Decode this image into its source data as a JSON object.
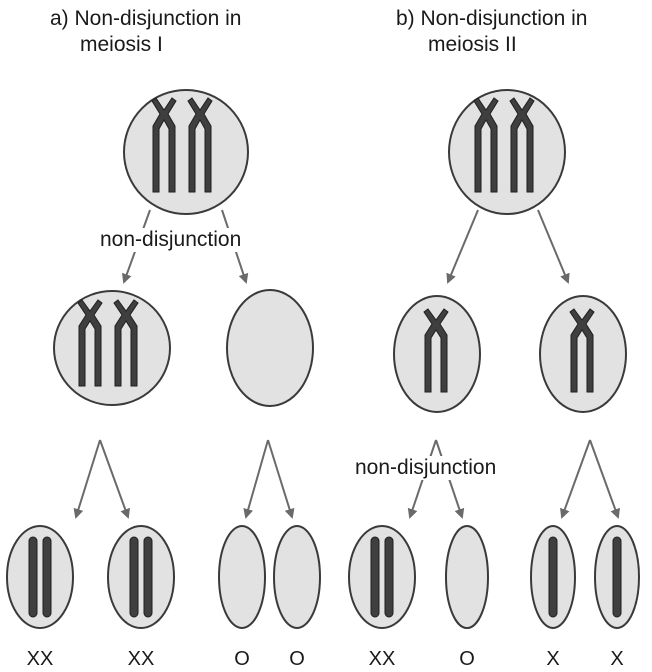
{
  "panels": {
    "meiosis_1": {
      "title_line1": "a) Non-disjunction in",
      "title_line2": "meiosis I",
      "event_label": "non-disjunction",
      "gametes": [
        "XX",
        "XX",
        "O",
        "O"
      ]
    },
    "meiosis_2": {
      "title_line1": "b) Non-disjunction in",
      "title_line2": "meiosis II",
      "event_label": "non-disjunction",
      "gametes": [
        "XX",
        "O",
        "X",
        "X"
      ]
    }
  },
  "colors": {
    "cell_fill": "#e2e2e2",
    "cell_outline": "#3a3a3a",
    "chromosome": "#3f3f3f",
    "arrow": "#6a6a6a"
  }
}
